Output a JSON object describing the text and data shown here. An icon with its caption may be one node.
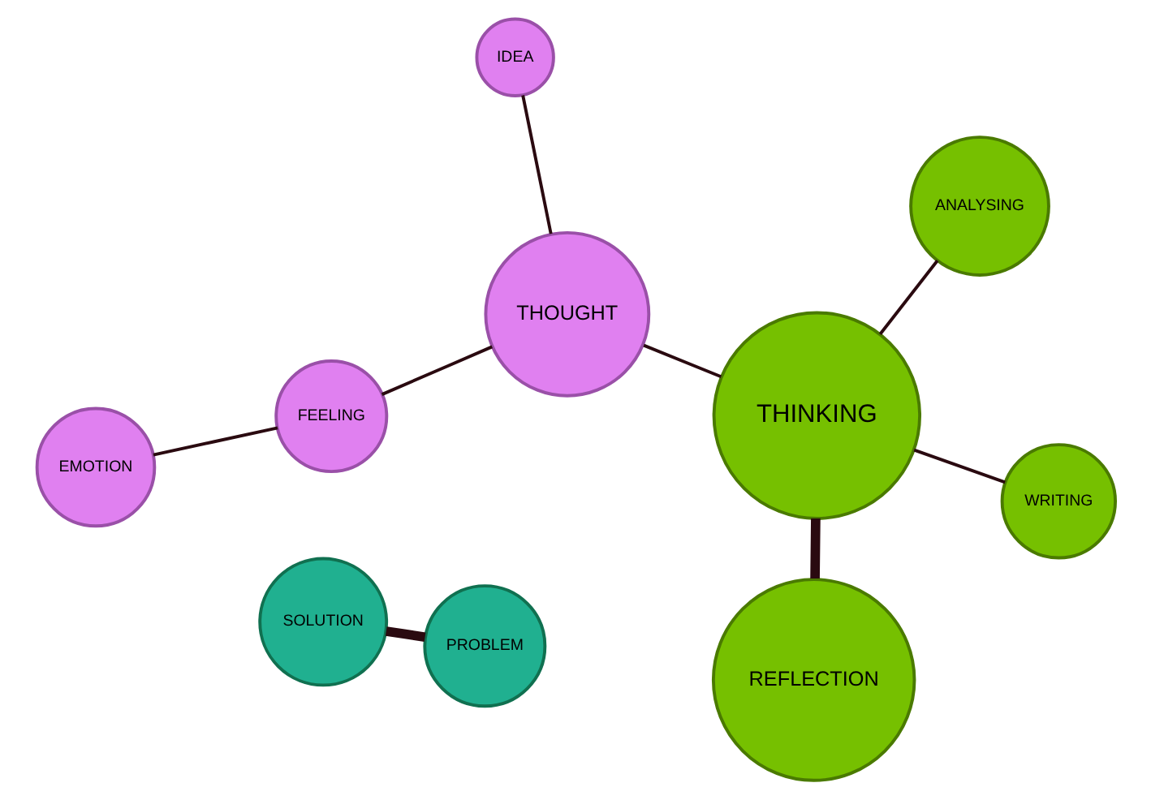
{
  "diagram": {
    "nodes": [
      {
        "text": [
          "ANALYSING"
        ]
      },
      {
        "text": [
          "WRITING"
        ]
      },
      {
        "text": [
          "SOLUTION"
        ]
      },
      {
        "text": [
          "REFLECTION"
        ]
      },
      {
        "text": [
          "EMOTION"
        ]
      },
      {
        "text": [
          "THINKING"
        ]
      },
      {
        "text": [
          "IDEA"
        ]
      },
      {
        "text": [
          "PROBLEM"
        ]
      },
      {
        "text": [
          "FEELING"
        ]
      },
      {
        "text": [
          "THOUGHT"
        ]
      }
    ],
    "edges": [
      {
        "from": 0,
        "to": 5,
        "arrow": "none"
      },
      {
        "from": 1,
        "to": 5,
        "arrow": "none"
      },
      {
        "from": 3,
        "to": 5,
        "arrow": "none",
        "style": "thick"
      },
      {
        "from": 2,
        "to": 7,
        "arrow": "none",
        "style": "thick"
      },
      {
        "from": 4,
        "to": 8,
        "arrow": "none"
      },
      {
        "from": 5,
        "to": 9,
        "arrow": "none"
      },
      {
        "from": 6,
        "to": 9,
        "arrow": "none"
      },
      {
        "from": 8,
        "to": 9,
        "arrow": "none"
      }
    ]
  }
}
